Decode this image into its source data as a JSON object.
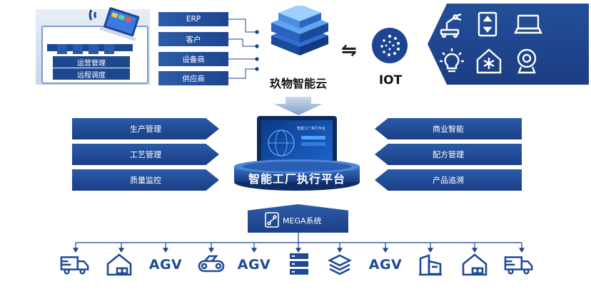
{
  "factory": {
    "labels": [
      "运营管理",
      "远程调度"
    ]
  },
  "systems": [
    "ERP",
    "客户",
    "设备商",
    "供应商"
  ],
  "cloud": {
    "label": "玖物智能云"
  },
  "iot": {
    "label": "IOT",
    "exchange_symbol": "⇋"
  },
  "iot_devices": [
    "robot-arm-icon",
    "elevator-icon",
    "laptop-icon",
    "lightbulb-icon",
    "snowflake-home-icon",
    "webcam-icon"
  ],
  "left_modules": [
    "生产管理",
    "工艺管理",
    "质量监控"
  ],
  "right_modules": [
    "商业智能",
    "配方管理",
    "产品追溯"
  ],
  "platform": {
    "label": "智能工厂执行平台",
    "screen_text": "智能工厂执行平台"
  },
  "mega": {
    "label": "MEGA系统"
  },
  "bottom_items": [
    {
      "icon": "delivery-truck-icon"
    },
    {
      "icon": "warehouse-icon"
    },
    {
      "text": "AGV"
    },
    {
      "icon": "conveyor-icon"
    },
    {
      "text": "AGV"
    },
    {
      "icon": "storage-rack-icon"
    },
    {
      "icon": "layers-icon"
    },
    {
      "text": "AGV"
    },
    {
      "icon": "building-icon"
    },
    {
      "icon": "warehouse-icon"
    },
    {
      "icon": "delivery-truck-icon"
    }
  ],
  "colors": {
    "navy": "#1d4590",
    "accent": "#2a5aa8",
    "light": "#dfe7f3"
  }
}
